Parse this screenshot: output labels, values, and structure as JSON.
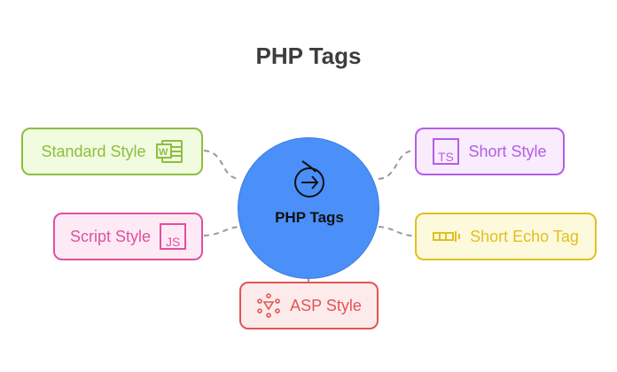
{
  "title": "PHP Tags",
  "center": {
    "label": "PHP Tags",
    "icon": "arrow-circle-icon",
    "color": "#4b8ff8"
  },
  "nodes": [
    {
      "label": "Standard Style",
      "icon": "word-document-icon",
      "color": "#8cbf3f",
      "bg": "#f1fbdf"
    },
    {
      "label": "Script Style",
      "icon": "javascript-icon",
      "color": "#e050a0",
      "bg": "#fdeaf5"
    },
    {
      "label": "ASP Style",
      "icon": "network-icon",
      "color": "#e05555",
      "bg": "#fdeaea"
    },
    {
      "label": "Short Style",
      "icon": "typescript-icon",
      "color": "#b35ee8",
      "bg": "#f8ecfd"
    },
    {
      "label": "Short Echo Tag",
      "icon": "echo-tag-icon",
      "color": "#e0c020",
      "bg": "#fdf9dc"
    }
  ]
}
